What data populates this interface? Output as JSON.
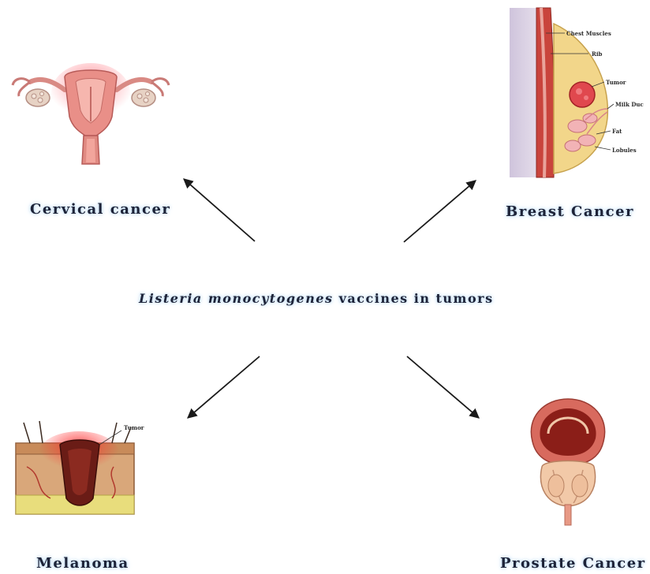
{
  "center": {
    "italic_text": "Listeria monocytogenes",
    "plain_text": " vaccines in tumors"
  },
  "organs": {
    "cervical": {
      "label": "Cervical cancer",
      "icon": "uterus-icon"
    },
    "breast": {
      "label": "Breast Cancer",
      "icon": "breast-anatomy-icon",
      "annotations": [
        "Chest Muscles",
        "Rib",
        "Tumor",
        "Milk Duc",
        "Fat",
        "Lobules"
      ]
    },
    "melanoma": {
      "label": "Melanoma",
      "icon": "skin-tumor-icon",
      "annotations": [
        "Tumor"
      ]
    },
    "prostate": {
      "label": "Prostate Cancer",
      "icon": "prostate-icon"
    }
  },
  "colors": {
    "arrow": "#1a1a1a",
    "label_text": "#1d2338",
    "label_glow": "#b9d8f2"
  }
}
